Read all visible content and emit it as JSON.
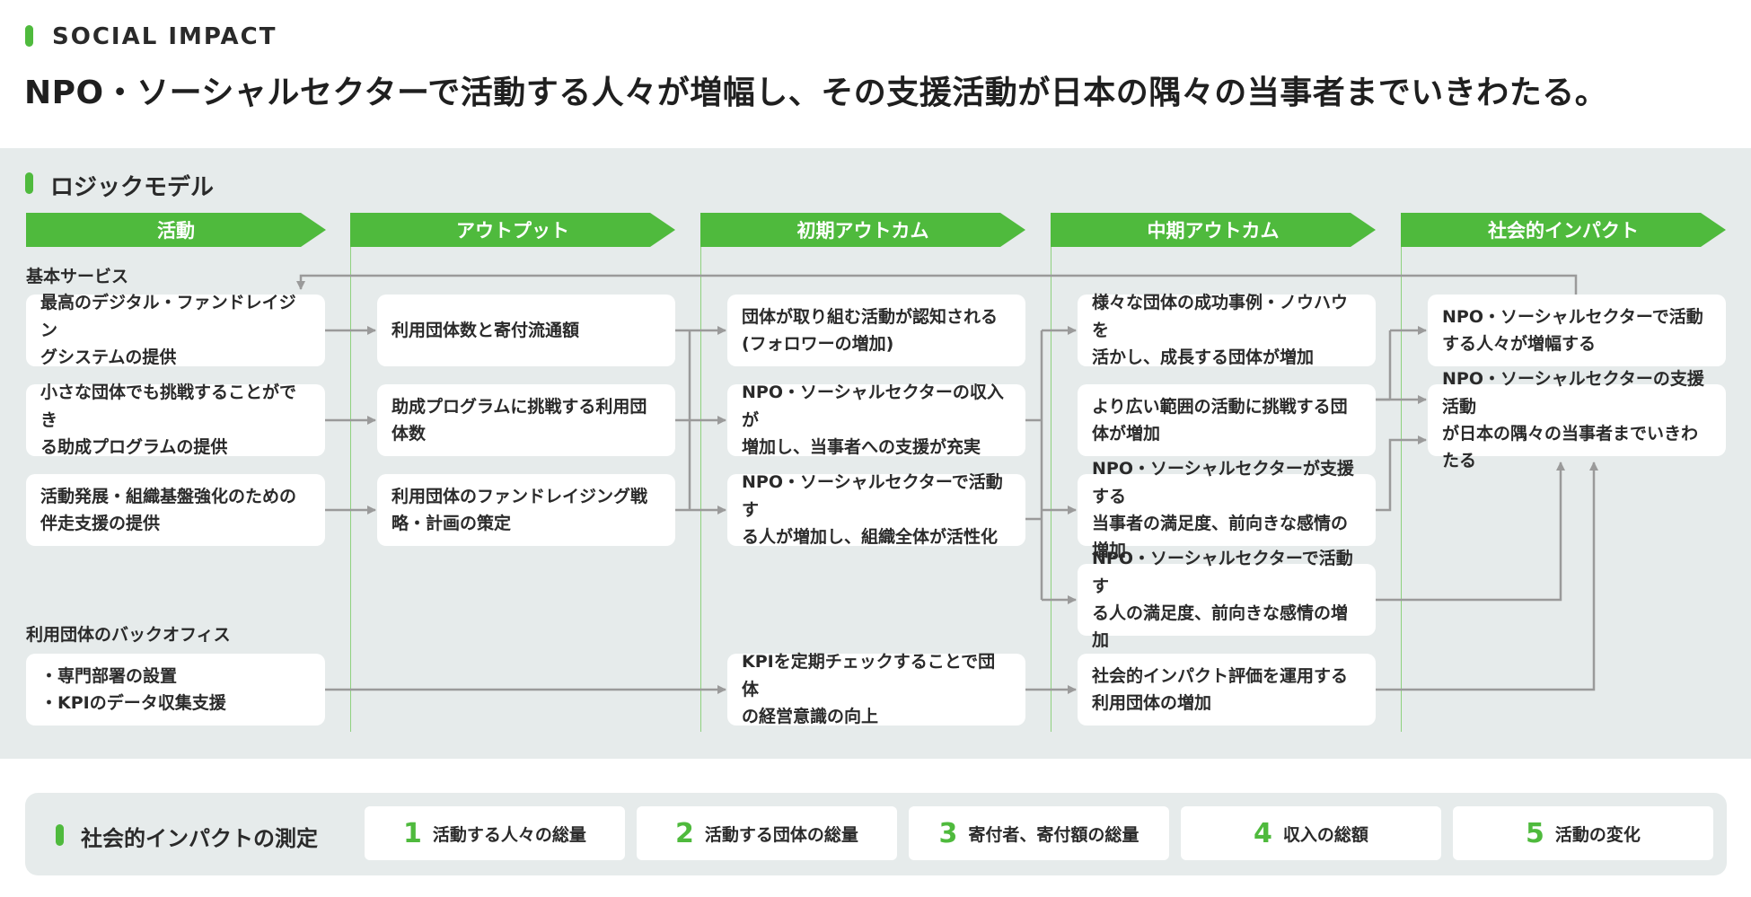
{
  "header": {
    "eyebrow": "SOCIAL IMPACT",
    "headline": "NPO・ソーシャルセクターで活動する人々が増幅し、その支援活動が日本の隅々の当事者までいきわたる。"
  },
  "logic_model": {
    "title": "ロジックモデル",
    "columns": [
      "活動",
      "アウトプット",
      "初期アウトカム",
      "中期アウトカム",
      "社会的インパクト"
    ],
    "groups": {
      "basic": "基本サービス",
      "backoffice": "利用団体のバックオフィス"
    },
    "activities": [
      [
        "最高のデジタル・ファンドレイジン",
        "グシステムの提供"
      ],
      [
        "小さな団体でも挑戦することができ",
        "る助成プログラムの提供"
      ],
      [
        "活動発展・組織基盤強化のための",
        "伴走支援の提供"
      ],
      [
        "・専門部署の設置",
        "・KPIのデータ収集支援"
      ]
    ],
    "outputs": [
      [
        "利用団体数と寄付流通額"
      ],
      [
        "助成プログラムに挑戦する利用団",
        "体数"
      ],
      [
        "利用団体のファンドレイジング戦",
        "略・計画の策定"
      ]
    ],
    "initial": [
      [
        "団体が取り組む活動が認知される",
        "(フォロワーの増加)"
      ],
      [
        "NPO・ソーシャルセクターの収入が",
        "増加し、当事者への支援が充実"
      ],
      [
        "NPO・ソーシャルセクターで活動す",
        "る人が増加し、組織全体が活性化"
      ],
      [
        "KPIを定期チェックすることで団体",
        "の経営意識の向上"
      ]
    ],
    "mid": [
      [
        "様々な団体の成功事例・ノウハウを",
        "活かし、成長する団体が増加"
      ],
      [
        "より広い範囲の活動に挑戦する団",
        "体が増加"
      ],
      [
        "NPO・ソーシャルセクターが支援する",
        "当事者の満足度、前向きな感情の増加"
      ],
      [
        "NPO・ソーシャルセクターで活動す",
        "る人の満足度、前向きな感情の増加"
      ],
      [
        "社会的インパクト評価を運用する",
        "利用団体の増加"
      ]
    ],
    "impact": [
      [
        "NPO・ソーシャルセクターで活動",
        "する人々が増幅する"
      ],
      [
        "NPO・ソーシャルセクターの支援活動",
        "が日本の隅々の当事者までいきわたる"
      ]
    ]
  },
  "measurement": {
    "title": "社会的インパクトの測定",
    "items": [
      {
        "num": "1",
        "label": "活動する人々の総量"
      },
      {
        "num": "2",
        "label": "活動する団体の総量"
      },
      {
        "num": "3",
        "label": "寄付者、寄付額の総量"
      },
      {
        "num": "4",
        "label": "収入の総額"
      },
      {
        "num": "5",
        "label": "活動の変化"
      }
    ]
  },
  "colors": {
    "accent": "#4fba3d",
    "panel": "#e6ebeb",
    "arrow": "#9a9a9a"
  }
}
